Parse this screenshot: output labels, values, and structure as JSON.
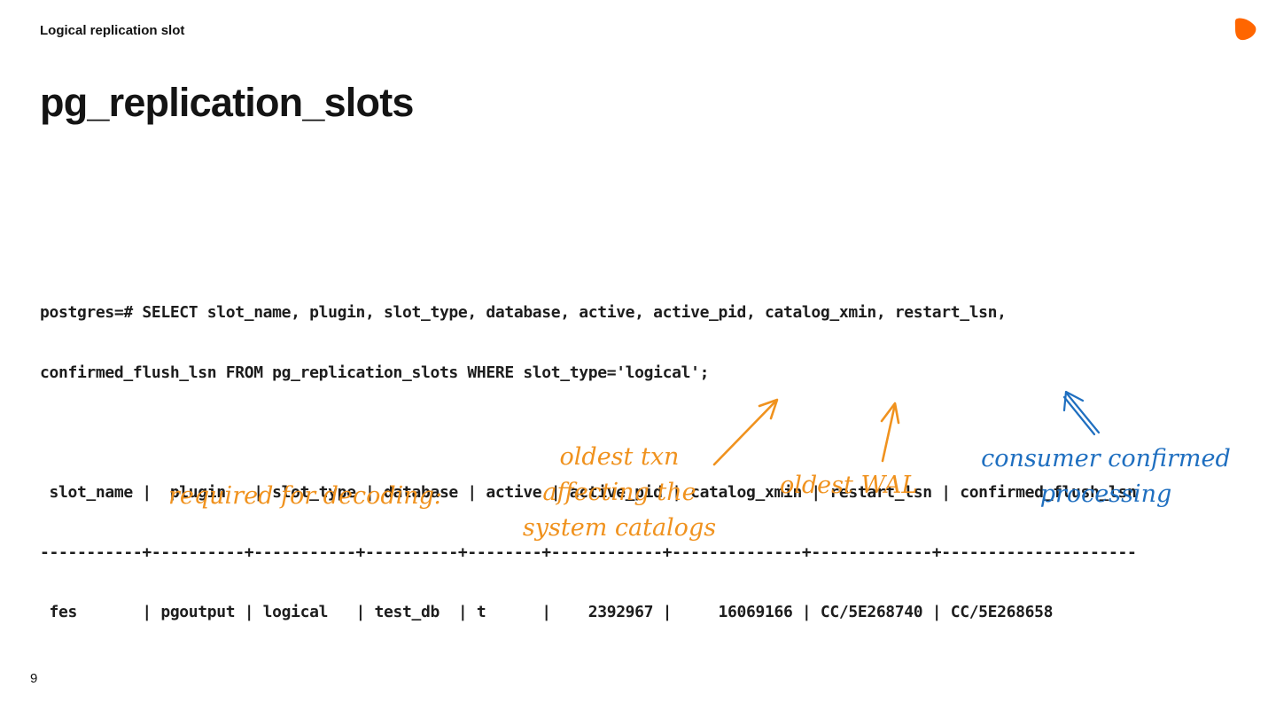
{
  "header": {
    "section": "Logical replication slot",
    "title": "pg_replication_slots"
  },
  "brand": {
    "logo_icon": "orange-blob-logo-icon",
    "accent_color": "#ff6600"
  },
  "console": {
    "query_line_1": "postgres=# SELECT slot_name, plugin, slot_type, database, active, active_pid, catalog_xmin, restart_lsn,",
    "query_line_2": "confirmed_flush_lsn FROM pg_replication_slots WHERE slot_type='logical';",
    "header_row": " slot_name |  plugin   | slot_type | database | active | active_pid | catalog_xmin | restart_lsn | confirmed_flush_lsn",
    "separator_row": "-----------+----------+-----------+----------+--------+------------+--------------+-------------+---------------------",
    "data_row": " fes       | pgoutput | logical   | test_db  | t      |    2392967 |     16069166 | CC/5E268740 | CC/5E268658"
  },
  "annotations": {
    "orange_color": "#f0921e",
    "blue_color": "#1f6fc0",
    "required": "required for decoding:",
    "oldest_txn_1": "oldest txn",
    "oldest_txn_2": "affecting the",
    "oldest_txn_3": "system catalogs",
    "oldest_wal": "oldest WAL",
    "consumer_1": "consumer confirmed",
    "consumer_2": "processing"
  },
  "footer": {
    "page_number": "9"
  }
}
